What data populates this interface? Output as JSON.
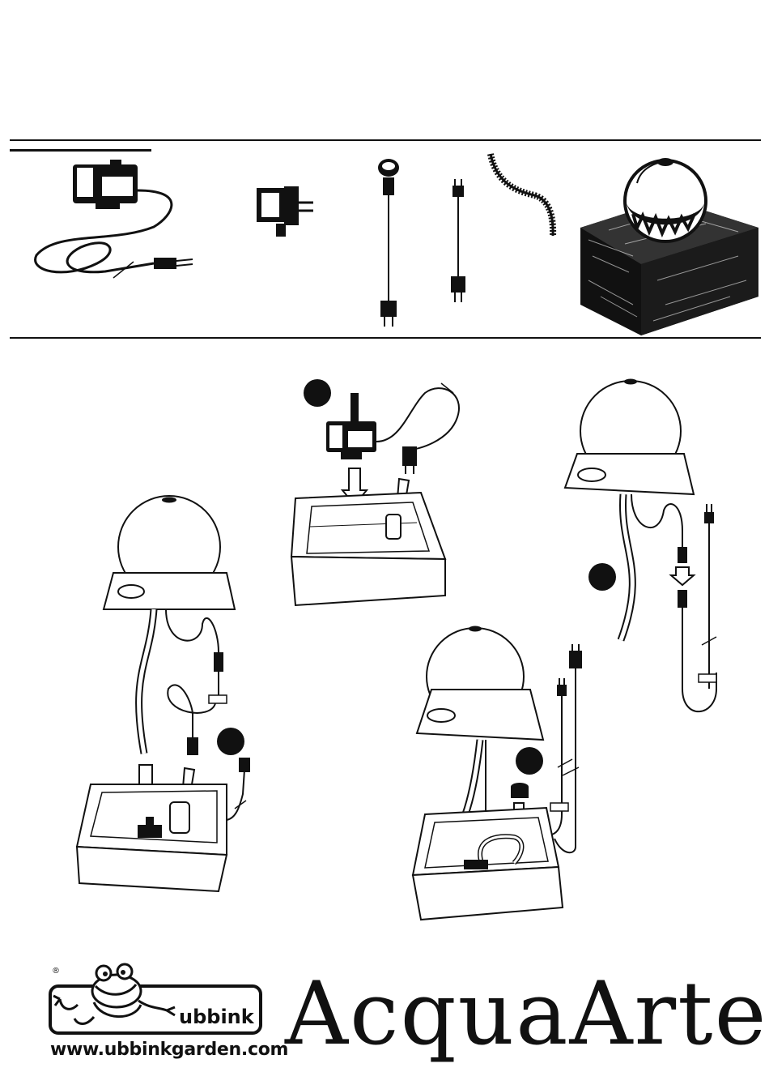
{
  "logo": {
    "registered": "®",
    "name": "ubbink",
    "website": "www.ubbinkgarden.com"
  },
  "brand": {
    "title": "AcquaArte"
  },
  "parts": [
    {
      "icon": "pump-with-plug-icon"
    },
    {
      "icon": "power-adapter-icon"
    },
    {
      "icon": "led-light-cable-icon"
    },
    {
      "icon": "extension-cable-icon"
    },
    {
      "icon": "flexible-hose-icon"
    },
    {
      "icon": "sphere-fountain-icon"
    }
  ],
  "steps": [
    {
      "icon": "step-1-marker"
    },
    {
      "icon": "step-2-marker"
    },
    {
      "icon": "step-3-marker"
    },
    {
      "icon": "step-4-marker"
    }
  ],
  "colors": {
    "ink": "#111111",
    "paper": "#ffffff"
  }
}
